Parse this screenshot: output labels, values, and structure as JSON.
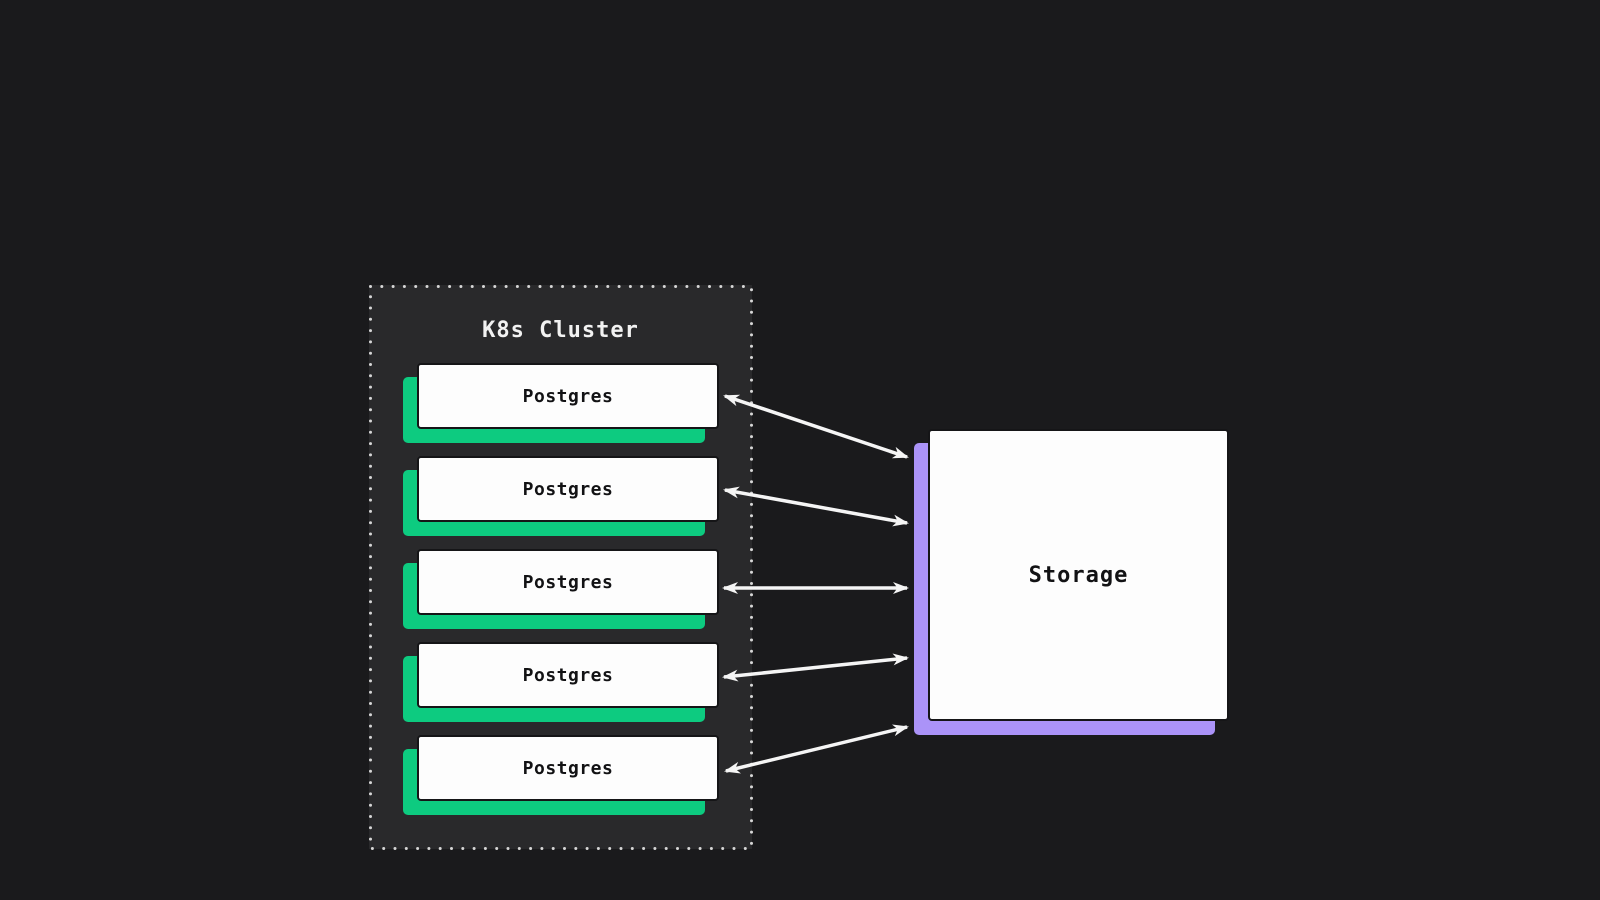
{
  "diagram": {
    "cluster": {
      "title": "K8s Cluster",
      "nodes": [
        {
          "label": "Postgres"
        },
        {
          "label": "Postgres"
        },
        {
          "label": "Postgres"
        },
        {
          "label": "Postgres"
        },
        {
          "label": "Postgres"
        }
      ]
    },
    "storage": {
      "label": "Storage"
    },
    "connections": [
      {
        "from": "Postgres 1",
        "to": "Storage",
        "direction": "bidirectional"
      },
      {
        "from": "Postgres 2",
        "to": "Storage",
        "direction": "bidirectional"
      },
      {
        "from": "Postgres 3",
        "to": "Storage",
        "direction": "bidirectional"
      },
      {
        "from": "Postgres 4",
        "to": "Storage",
        "direction": "bidirectional"
      },
      {
        "from": "Postgres 5",
        "to": "Storage",
        "direction": "bidirectional"
      }
    ],
    "colors": {
      "background": "#1a1a1c",
      "cluster_fill": "#29292b",
      "cluster_border_dots": "#d6d6d6",
      "node_fill": "#fdfdfd",
      "node_border": "#151517",
      "node_text": "#121214",
      "green_accent": "#0dcb80",
      "purple_accent": "#ab93f8",
      "arrow": "#f5f5f5",
      "title_text": "#f2f2f2"
    }
  }
}
